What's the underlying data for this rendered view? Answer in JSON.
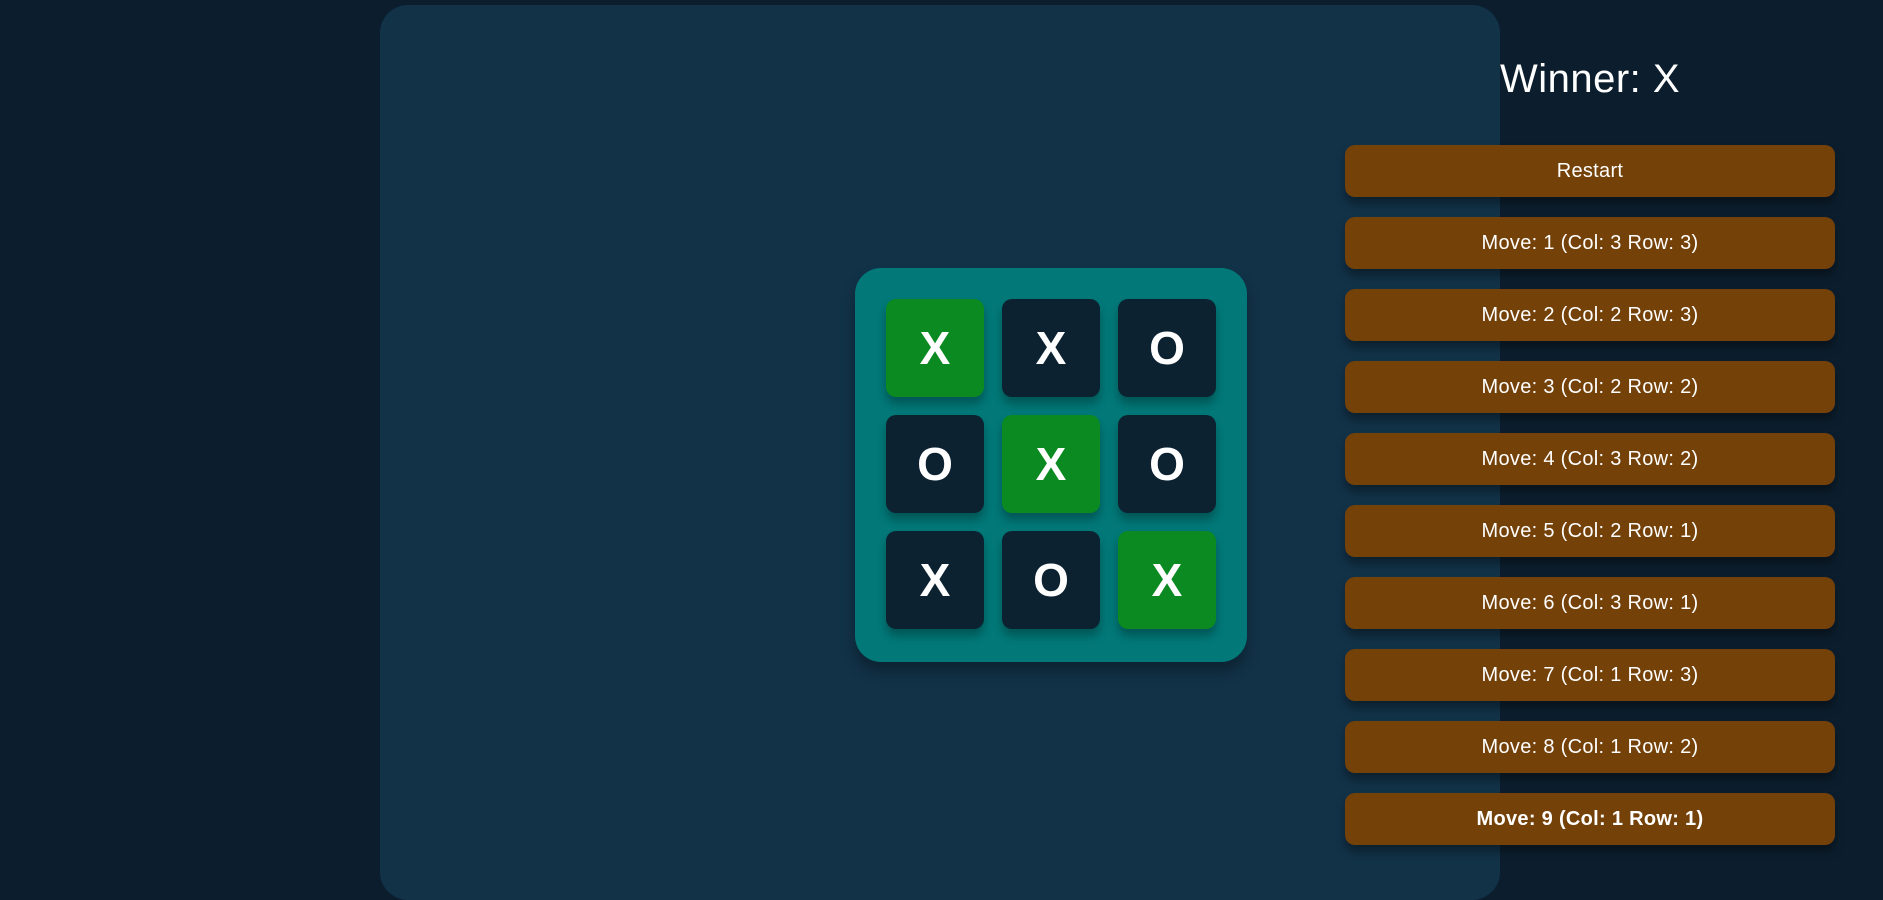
{
  "title": "Winner: X",
  "board": {
    "cells": [
      {
        "value": "X",
        "win": true
      },
      {
        "value": "X",
        "win": false
      },
      {
        "value": "O",
        "win": false
      },
      {
        "value": "O",
        "win": false
      },
      {
        "value": "X",
        "win": true
      },
      {
        "value": "O",
        "win": false
      },
      {
        "value": "X",
        "win": false
      },
      {
        "value": "O",
        "win": false
      },
      {
        "value": "X",
        "win": true
      }
    ]
  },
  "controls": {
    "restart_label": "Restart",
    "moves": [
      {
        "label": "Move: 1 (Col: 3 Row: 3)",
        "current": false
      },
      {
        "label": "Move: 2 (Col: 2 Row: 3)",
        "current": false
      },
      {
        "label": "Move: 3 (Col: 2 Row: 2)",
        "current": false
      },
      {
        "label": "Move: 4 (Col: 3 Row: 2)",
        "current": false
      },
      {
        "label": "Move: 5 (Col: 2 Row: 1)",
        "current": false
      },
      {
        "label": "Move: 6 (Col: 3 Row: 1)",
        "current": false
      },
      {
        "label": "Move: 7 (Col: 1 Row: 3)",
        "current": false
      },
      {
        "label": "Move: 8 (Col: 1 Row: 2)",
        "current": false
      },
      {
        "label": "Move: 9 (Col: 1 Row: 1)",
        "current": true
      }
    ]
  },
  "colors": {
    "background": "#0c1e2d",
    "panel": "#123248",
    "board_frame": "#027878",
    "cell": "#0d2231",
    "winning_cell": "#0a8a20",
    "button": "#744108",
    "text": "#ffffff"
  }
}
